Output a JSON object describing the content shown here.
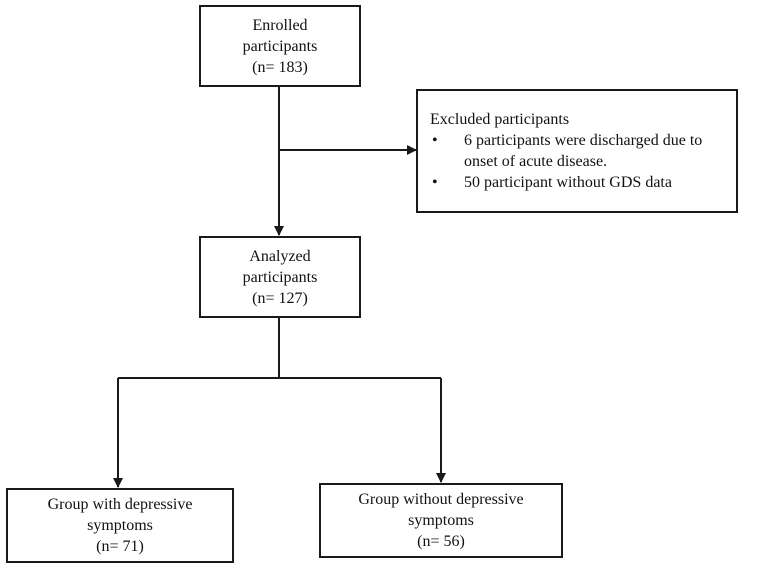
{
  "enrolled": {
    "line1": "Enrolled",
    "line2": "participants",
    "count": "(n= 183)"
  },
  "excluded": {
    "title": "Excluded participants",
    "items": [
      {
        "line1": "6 participants were discharged due to",
        "line2": "onset of acute disease."
      },
      {
        "line1": "50 participant without GDS data",
        "line2": ""
      }
    ]
  },
  "analyzed": {
    "line1": "Analyzed",
    "line2": "participants",
    "count": "(n= 127)"
  },
  "group_with": {
    "line1": "Group with depressive",
    "line2": "symptoms",
    "count": "(n= 71)"
  },
  "group_without": {
    "line1": "Group without depressive",
    "line2": "symptoms",
    "count": "(n= 56)"
  },
  "colors": {
    "line": "#1a1a1a",
    "border": "#1a1a1a",
    "background": "#ffffff"
  }
}
